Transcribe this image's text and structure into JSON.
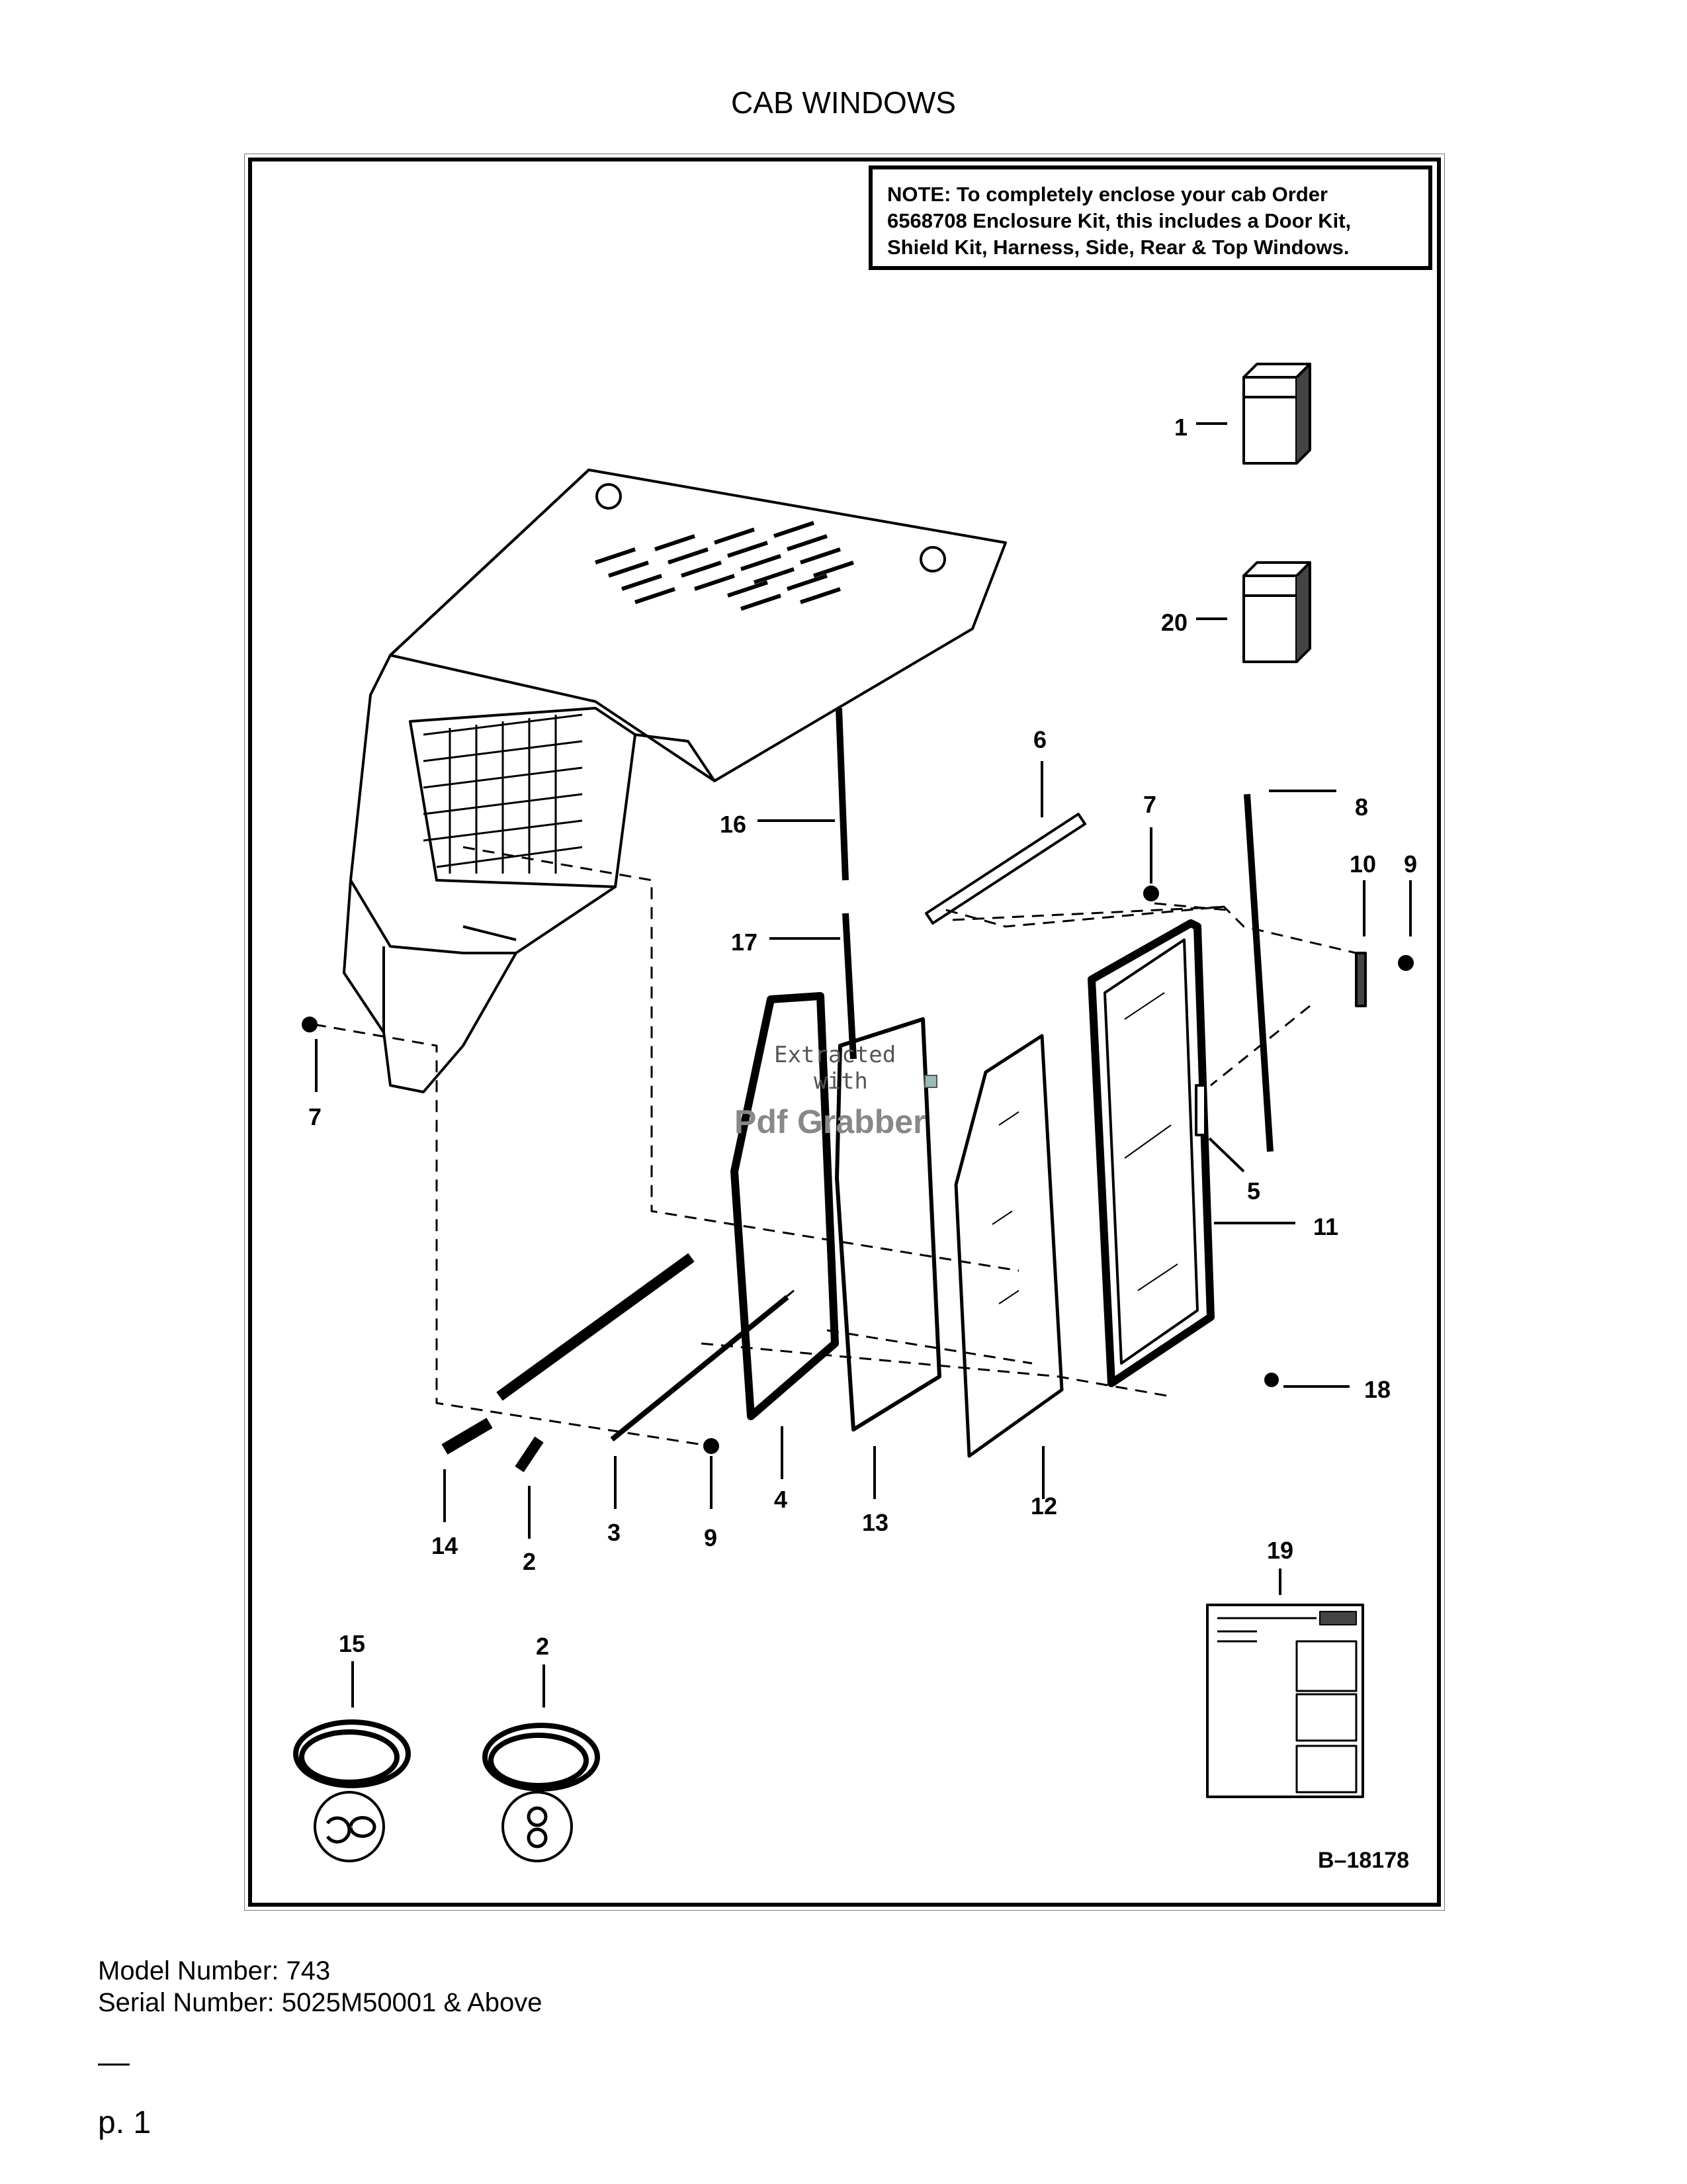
{
  "title": "CAB WINDOWS",
  "note": {
    "label": "NOTE:",
    "line1": " To completely enclose your cab Order",
    "line2": "6568708 Enclosure Kit, this includes a Door Kit,",
    "line3": "Shield Kit, Harness, Side, Rear & Top Windows."
  },
  "callouts": [
    "1",
    "20",
    "6",
    "7",
    "8",
    "10",
    "9",
    "16",
    "17",
    "7",
    "5",
    "11",
    "18",
    "4",
    "13",
    "12",
    "14",
    "2",
    "3",
    "9",
    "19",
    "15",
    "2"
  ],
  "drawing_number": "B–18178",
  "watermark": {
    "line1": "Extracted",
    "line2": "with",
    "logo_a": "Pdf",
    "logo_b": "Grabber"
  },
  "footer": {
    "model": "Model Number: 743",
    "serial": "Serial Number: 5025M50001 & Above",
    "page": "p. 1"
  }
}
